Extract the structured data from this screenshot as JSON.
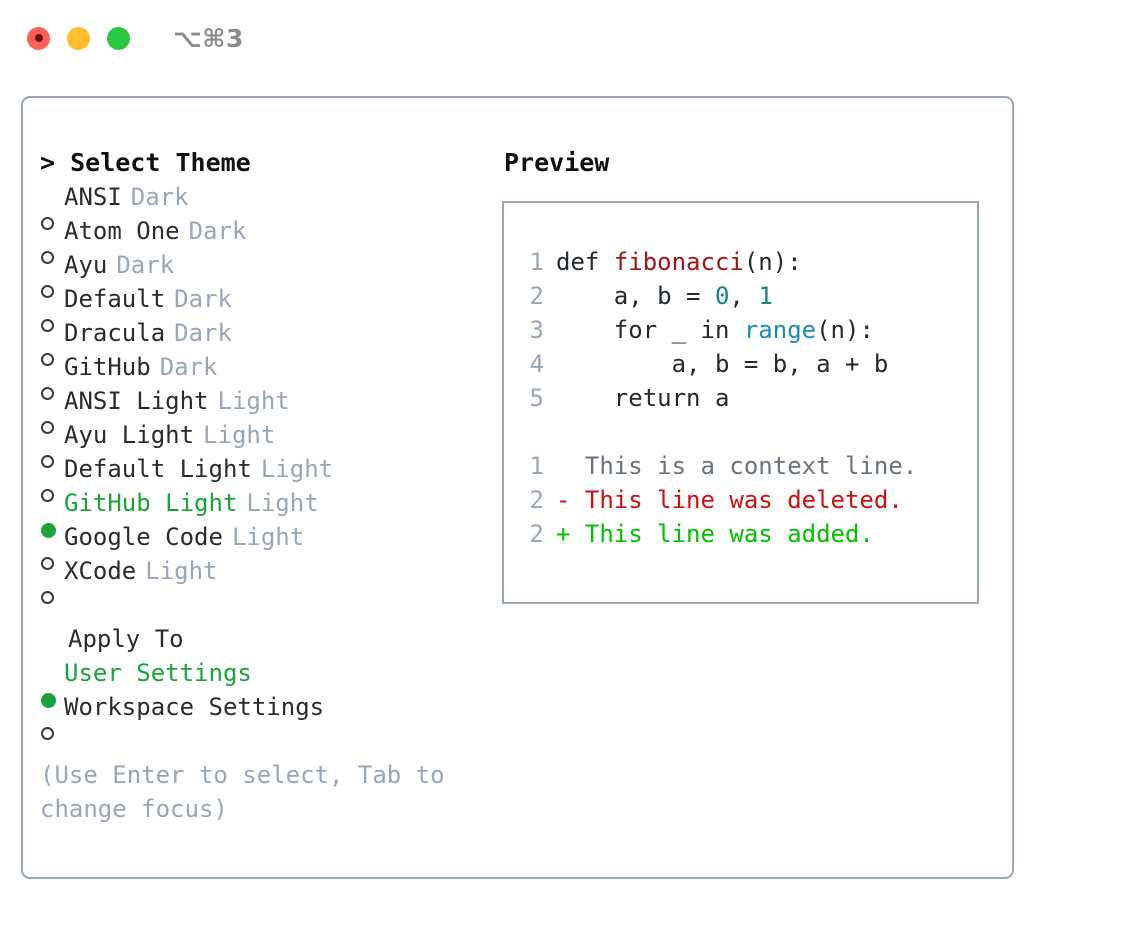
{
  "titlebar": {
    "shortcut": "⌥⌘3",
    "traffic_lights": [
      "close",
      "minimize",
      "maximize"
    ],
    "colors": {
      "close": "#ff5f57",
      "minimize": "#ffbd2e",
      "maximize": "#28c840"
    }
  },
  "colors": {
    "border": "#9aa5b5",
    "accent_green": "#1aa33c",
    "muted": "#9aa5b5",
    "text": "#2b2b2b",
    "diff_add": "#00c000",
    "diff_del": "#cc1111",
    "syntax_function": "#a31515",
    "syntax_number": "#0b8a7a",
    "syntax_call": "#1a8bb8"
  },
  "theme_selector": {
    "heading": "> Select Theme",
    "items": [
      {
        "label": "ANSI",
        "tag": "Dark",
        "selected": false
      },
      {
        "label": "Atom One",
        "tag": "Dark",
        "selected": false
      },
      {
        "label": "Ayu",
        "tag": "Dark",
        "selected": false
      },
      {
        "label": "Default",
        "tag": "Dark",
        "selected": false
      },
      {
        "label": "Dracula",
        "tag": "Dark",
        "selected": false
      },
      {
        "label": "GitHub",
        "tag": "Dark",
        "selected": false
      },
      {
        "label": "ANSI Light",
        "tag": "Light",
        "selected": false
      },
      {
        "label": "Ayu Light",
        "tag": "Light",
        "selected": false
      },
      {
        "label": "Default Light",
        "tag": "Light",
        "selected": false
      },
      {
        "label": "GitHub Light",
        "tag": "Light",
        "selected": true
      },
      {
        "label": "Google Code",
        "tag": "Light",
        "selected": false
      },
      {
        "label": "XCode",
        "tag": "Light",
        "selected": false
      }
    ]
  },
  "apply_to": {
    "heading": "Apply To",
    "items": [
      {
        "label": "User Settings",
        "selected": true
      },
      {
        "label": "Workspace Settings",
        "selected": false
      }
    ]
  },
  "hint": "(Use Enter to select, Tab to change focus)",
  "preview": {
    "title": "Preview",
    "code_lines": [
      {
        "number": "1",
        "tokens": [
          {
            "text": "def ",
            "kind": "plain"
          },
          {
            "text": "fibonacci",
            "kind": "fn"
          },
          {
            "text": "(n):",
            "kind": "plain"
          }
        ]
      },
      {
        "number": "2",
        "tokens": [
          {
            "text": "    a, b = ",
            "kind": "plain"
          },
          {
            "text": "0",
            "kind": "num"
          },
          {
            "text": ", ",
            "kind": "plain"
          },
          {
            "text": "1",
            "kind": "num"
          }
        ]
      },
      {
        "number": "3",
        "tokens": [
          {
            "text": "    for _ in ",
            "kind": "plain"
          },
          {
            "text": "range",
            "kind": "call"
          },
          {
            "text": "(n):",
            "kind": "plain"
          }
        ]
      },
      {
        "number": "4",
        "tokens": [
          {
            "text": "        a, b = b, a + b",
            "kind": "plain"
          }
        ]
      },
      {
        "number": "5",
        "tokens": [
          {
            "text": "    return a",
            "kind": "plain"
          }
        ]
      }
    ],
    "diff_lines": [
      {
        "number": "1",
        "text": "  This is a context line.",
        "kind": "ctx"
      },
      {
        "number": "2",
        "text": "- This line was deleted.",
        "kind": "del"
      },
      {
        "number": "2",
        "text": "+ This line was added.",
        "kind": "add"
      }
    ]
  }
}
